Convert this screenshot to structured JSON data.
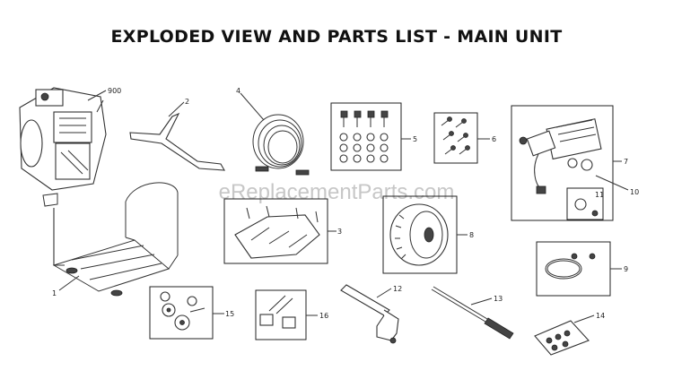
{
  "title": "EXPLODED VIEW AND PARTS LIST - MAIN UNIT",
  "watermark": "eReplacementParts.com",
  "callouts": [
    {
      "id": "900",
      "label": "900",
      "name": "engine"
    },
    {
      "id": "2",
      "label": "2",
      "name": "handle"
    },
    {
      "id": "4",
      "label": "4",
      "name": "high-pressure-hose"
    },
    {
      "id": "5",
      "label": "5",
      "name": "fasteners-kit"
    },
    {
      "id": "6",
      "label": "6",
      "name": "bolts-kit"
    },
    {
      "id": "7",
      "label": "7",
      "name": "pump"
    },
    {
      "id": "10",
      "label": "10",
      "name": "pump-fitting"
    },
    {
      "id": "11",
      "label": "11",
      "name": "cap"
    },
    {
      "id": "3",
      "label": "3",
      "name": "bracket"
    },
    {
      "id": "8",
      "label": "8",
      "name": "wheel"
    },
    {
      "id": "1",
      "label": "1",
      "name": "frame"
    },
    {
      "id": "9",
      "label": "9",
      "name": "o-ring-kit"
    },
    {
      "id": "12",
      "label": "12",
      "name": "spray-gun"
    },
    {
      "id": "13",
      "label": "13",
      "name": "wand"
    },
    {
      "id": "14",
      "label": "14",
      "name": "nozzle-kit"
    },
    {
      "id": "15",
      "label": "15",
      "name": "wheel-hardware-kit"
    },
    {
      "id": "16",
      "label": "16",
      "name": "handle-hardware-kit"
    }
  ]
}
